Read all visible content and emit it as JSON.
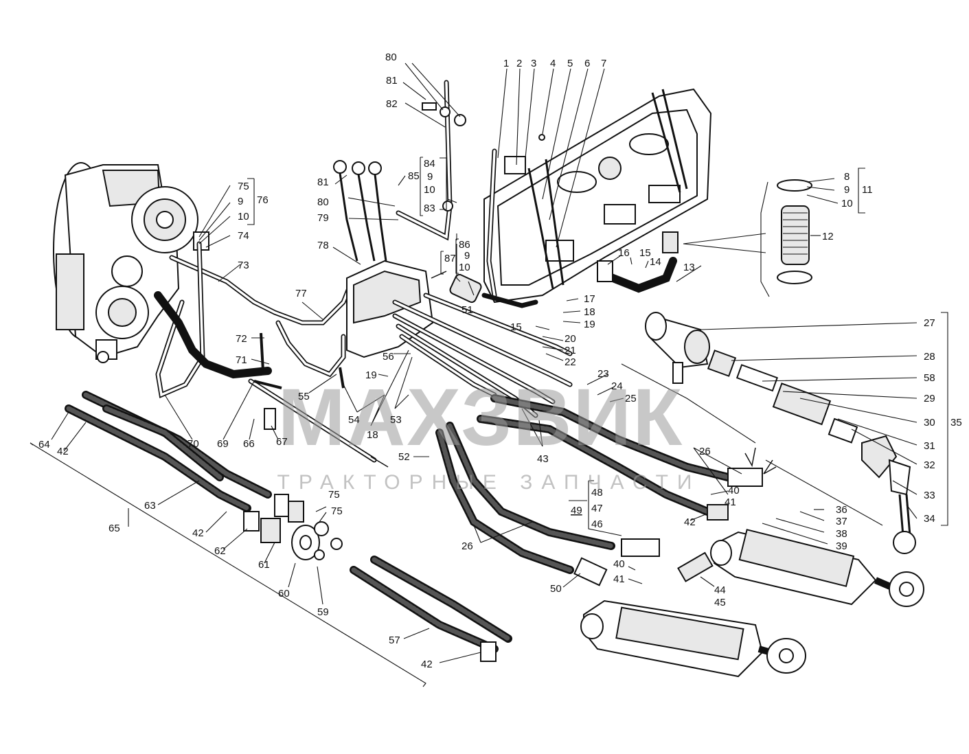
{
  "watermark": {
    "brand": "МАХЗВИК",
    "tagline": "ТРАКТОРНЫЕ ЗАПЧАСТИ"
  },
  "callouts": {
    "n1": "1",
    "n2": "2",
    "n3": "3",
    "n4": "4",
    "n5": "5",
    "n6": "6",
    "n7": "7",
    "n8": "8",
    "n9a": "9",
    "n10a": "10",
    "n11": "11",
    "n12": "12",
    "n13": "13",
    "n14": "14",
    "n15a": "15",
    "n16": "16",
    "n17": "17",
    "n18a": "18",
    "n19a": "19",
    "n15b": "15",
    "n20": "20",
    "n21": "21",
    "n22": "22",
    "n23": "23",
    "n24": "24",
    "n25": "25",
    "n26a": "26",
    "n26b": "26",
    "n27": "27",
    "n28": "28",
    "n58": "58",
    "n29": "29",
    "n30": "30",
    "n31": "31",
    "n32": "32",
    "n33": "33",
    "n34": "34",
    "n35": "35",
    "n36": "36",
    "n37": "37",
    "n38": "38",
    "n39": "39",
    "n40a": "40",
    "n41a": "41",
    "n42a": "42",
    "n44": "44",
    "n45": "45",
    "n48": "48",
    "n47": "47",
    "n46": "46",
    "n49": "49",
    "n40b": "40",
    "n41b": "41",
    "n50": "50",
    "n80a": "80",
    "n81a": "81",
    "n82": "82",
    "n84": "84",
    "n9b": "9",
    "n10b": "10",
    "n83": "83",
    "n85": "85",
    "n81b": "81",
    "n80b": "80",
    "n79": "79",
    "n86": "86",
    "n9c": "9",
    "n87": "87",
    "n10c": "10",
    "n51": "51",
    "n78": "78",
    "n75a": "75",
    "n9d": "9",
    "n10d": "10",
    "n76": "76",
    "n74": "74",
    "n73": "73",
    "n77": "77",
    "n72": "72",
    "n71": "71",
    "n55": "55",
    "n56": "56",
    "n19b": "19",
    "n18b": "18",
    "n54": "54",
    "n53": "53",
    "n43": "43",
    "n52": "52",
    "n70": "70",
    "n69": "69",
    "n66": "66",
    "n67": "67",
    "n64": "64",
    "n42b": "42",
    "n63": "63",
    "n65": "65",
    "n42c": "42",
    "n62": "62",
    "n61": "61",
    "n75b": "75",
    "n75c": "75",
    "n60": "60",
    "n59": "59",
    "n57": "57",
    "n42d": "42"
  }
}
